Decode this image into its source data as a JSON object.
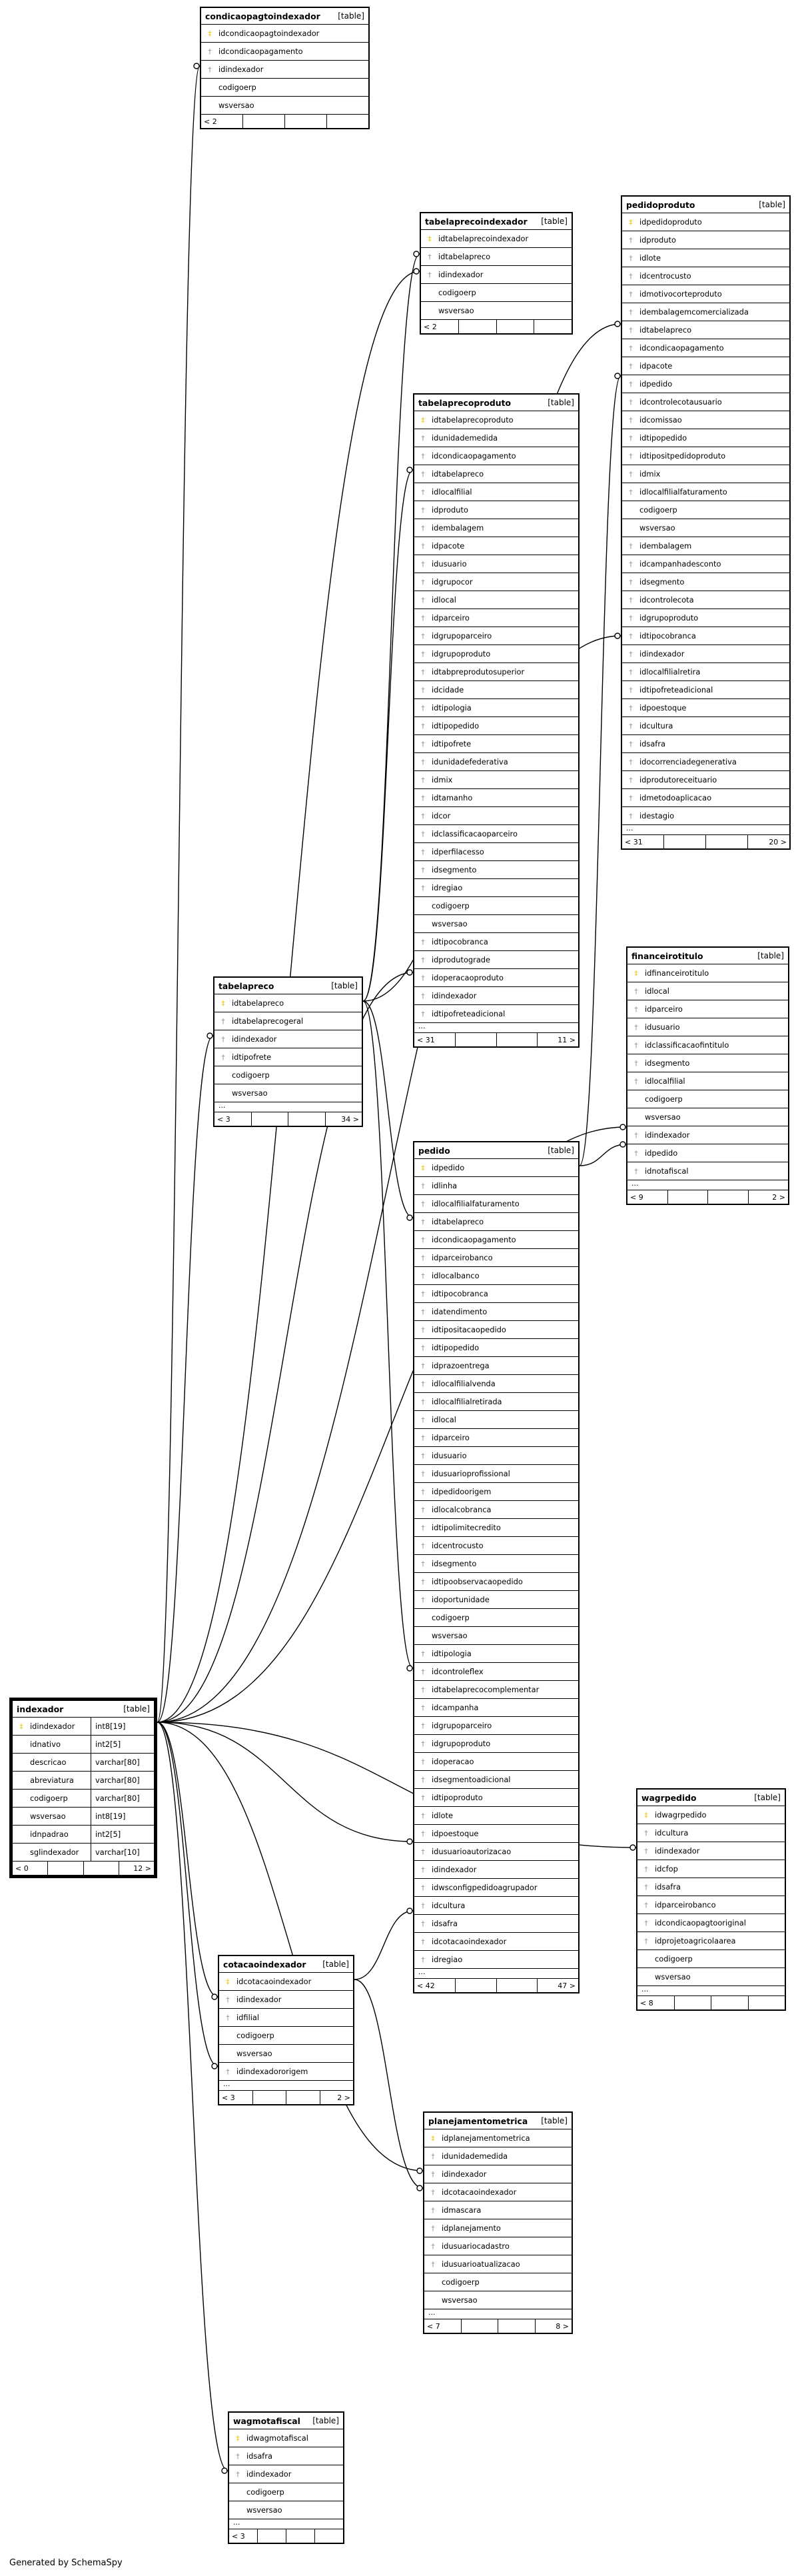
{
  "credit": "Generated by SchemaSpy",
  "colors": {
    "pk_key": "#e8c200",
    "fk_key": "#909090",
    "line": "#000000"
  },
  "tables": {
    "condicaopagtoindexador": {
      "name": "condicaopagtoindexador",
      "tag": "[table]",
      "cols": [
        "idcondicaopagtoindexador",
        "idcondicaopagamento",
        "idindexador",
        "codigoerp",
        "wsversao"
      ],
      "keys": [
        "pk",
        "fk",
        "fk",
        "",
        ""
      ],
      "foot": [
        "< 2",
        "",
        "",
        ""
      ]
    },
    "tabelaprecoindexador": {
      "name": "tabelaprecoindexador",
      "tag": "[table]",
      "cols": [
        "idtabelaprecoindexador",
        "idtabelapreco",
        "idindexador",
        "codigoerp",
        "wsversao"
      ],
      "keys": [
        "pk",
        "fk",
        "fk",
        "",
        ""
      ],
      "foot": [
        "< 2",
        "",
        "",
        ""
      ]
    },
    "pedidoproduto": {
      "name": "pedidoproduto",
      "tag": "[table]",
      "cols": [
        "idpedidoproduto",
        "idproduto",
        "idlote",
        "idcentrocusto",
        "idmotivocorteproduto",
        "idembalagemcomercializada",
        "idtabelapreco",
        "idcondicaopagamento",
        "idpacote",
        "idpedido",
        "idcontrolecotausuario",
        "idcomissao",
        "idtipopedido",
        "idtipositpedidoproduto",
        "idmix",
        "idlocalfilialfaturamento",
        "codigoerp",
        "wsversao",
        "idembalagem",
        "idcampanhadesconto",
        "idsegmento",
        "idcontrolecota",
        "idgrupoproduto",
        "idtipocobranca",
        "idindexador",
        "idlocalfilialretira",
        "idtipofreteadicional",
        "idpoestoque",
        "idcultura",
        "idsafra",
        "idocorrenciadegenerativa",
        "idprodutoreceituario",
        "idmetodoaplicacao",
        "idestagio"
      ],
      "keys": [
        "pk",
        "fk",
        "fk",
        "fk",
        "fk",
        "fk",
        "fk",
        "fk",
        "fk",
        "fk",
        "fk",
        "fk",
        "fk",
        "fk",
        "fk",
        "fk",
        "",
        "",
        "fk",
        "fk",
        "fk",
        "fk",
        "fk",
        "fk",
        "fk",
        "fk",
        "fk",
        "fk",
        "fk",
        "fk",
        "fk",
        "fk",
        "fk",
        "fk"
      ],
      "more": "...",
      "foot": [
        "< 31",
        "",
        "",
        "20 >"
      ]
    },
    "tabelaprecoproduto": {
      "name": "tabelaprecoproduto",
      "tag": "[table]",
      "cols": [
        "idtabelaprecoproduto",
        "idunidademedida",
        "idcondicaopagamento",
        "idtabelapreco",
        "idlocalfilial",
        "idproduto",
        "idembalagem",
        "idpacote",
        "idusuario",
        "idgrupocor",
        "idlocal",
        "idparceiro",
        "idgrupoparceiro",
        "idgrupoproduto",
        "idtabpreprodutosuperior",
        "idcidade",
        "idtipologia",
        "idtipopedido",
        "idtipofrete",
        "idunidadefederativa",
        "idmix",
        "idtamanho",
        "idcor",
        "idclassificacaoparceiro",
        "idperfilacesso",
        "idsegmento",
        "idregiao",
        "codigoerp",
        "wsversao",
        "idtipocobranca",
        "idprodutograde",
        "idoperacaoproduto",
        "idindexador",
        "idtipofreteadicional"
      ],
      "keys": [
        "pk",
        "fk",
        "fk",
        "fk",
        "fk",
        "fk",
        "fk",
        "fk",
        "fk",
        "fk",
        "fk",
        "fk",
        "fk",
        "fk",
        "fk",
        "fk",
        "fk",
        "fk",
        "fk",
        "fk",
        "fk",
        "fk",
        "fk",
        "fk",
        "fk",
        "fk",
        "fk",
        "",
        "",
        "fk",
        "fk",
        "fk",
        "fk",
        "fk"
      ],
      "more": "...",
      "foot": [
        "< 31",
        "",
        "",
        "11 >"
      ]
    },
    "financeirotitulo": {
      "name": "financeirotitulo",
      "tag": "[table]",
      "cols": [
        "idfinanceirotitulo",
        "idlocal",
        "idparceiro",
        "idusuario",
        "idclassificacaofintitulo",
        "idsegmento",
        "idlocalfilial",
        "codigoerp",
        "wsversao",
        "idindexador",
        "idpedido",
        "idnotafiscal"
      ],
      "keys": [
        "pk",
        "fk",
        "fk",
        "fk",
        "fk",
        "fk",
        "fk",
        "",
        "",
        "fk",
        "fk",
        "fk"
      ],
      "more": "...",
      "foot": [
        "< 9",
        "",
        "",
        "2 >"
      ]
    },
    "tabelapreco": {
      "name": "tabelapreco",
      "tag": "[table]",
      "cols": [
        "idtabelapreco",
        "idtabelaprecogeral",
        "idindexador",
        "idtipofrete",
        "codigoerp",
        "wsversao"
      ],
      "keys": [
        "pk",
        "fk",
        "fk",
        "fk",
        "",
        ""
      ],
      "more": "...",
      "foot": [
        "< 3",
        "",
        "",
        "34 >"
      ]
    },
    "pedido": {
      "name": "pedido",
      "tag": "[table]",
      "cols": [
        "idpedido",
        "idlinha",
        "idlocalfilialfaturamento",
        "idtabelapreco",
        "idcondicaopagamento",
        "idparceirobanco",
        "idlocalbanco",
        "idtipocobranca",
        "idatendimento",
        "idtipositacaopedido",
        "idtipopedido",
        "idprazoentrega",
        "idlocalfilialvenda",
        "idlocalfilialretirada",
        "idlocal",
        "idparceiro",
        "idusuario",
        "idusuarioprofissional",
        "idpedidoorigem",
        "idlocalcobranca",
        "idtipolimitecredito",
        "idcentrocusto",
        "idsegmento",
        "idtipoobservacaopedido",
        "idoportunidade",
        "codigoerp",
        "wsversao",
        "idtipologia",
        "idcontroleflex",
        "idtabelaprecocomplementar",
        "idcampanha",
        "idgrupoparceiro",
        "idgrupoproduto",
        "idoperacao",
        "idsegmentoadicional",
        "idtipoproduto",
        "idlote",
        "idpoestoque",
        "idusuarioautorizacao",
        "idindexador",
        "idwsconfigpedidoagrupador",
        "idcultura",
        "idsafra",
        "idcotacaoindexador",
        "idregiao"
      ],
      "keys": [
        "pk",
        "fk",
        "fk",
        "fk",
        "fk",
        "fk",
        "fk",
        "fk",
        "fk",
        "fk",
        "fk",
        "fk",
        "fk",
        "fk",
        "fk",
        "fk",
        "fk",
        "fk",
        "fk",
        "fk",
        "fk",
        "fk",
        "fk",
        "fk",
        "fk",
        "",
        "",
        "fk",
        "fk",
        "fk",
        "fk",
        "fk",
        "fk",
        "fk",
        "fk",
        "fk",
        "fk",
        "fk",
        "fk",
        "fk",
        "fk",
        "fk",
        "fk",
        "fk",
        "fk"
      ],
      "more": "...",
      "foot": [
        "< 42",
        "",
        "",
        "47 >"
      ]
    },
    "indexador": {
      "name": "indexador",
      "tag": "[table]",
      "cols": [
        "idindexador",
        "idnativo",
        "descricao",
        "abreviatura",
        "codigoerp",
        "wsversao",
        "idnpadrao",
        "sglindexador"
      ],
      "types": [
        "int8[19]",
        "int2[5]",
        "varchar[80]",
        "varchar[80]",
        "varchar[80]",
        "int8[19]",
        "int2[5]",
        "varchar[10]"
      ],
      "keys": [
        "pk",
        "",
        "",
        "",
        "",
        "",
        "",
        ""
      ],
      "foot": [
        "< 0",
        "",
        "",
        "12 >"
      ]
    },
    "wagrpedido": {
      "name": "wagrpedido",
      "tag": "[table]",
      "cols": [
        "idwagrpedido",
        "idcultura",
        "idindexador",
        "idcfop",
        "idsafra",
        "idparceirobanco",
        "idcondicaopagtooriginal",
        "idprojetoagricolaarea",
        "codigoerp",
        "wsversao"
      ],
      "keys": [
        "pk",
        "fk",
        "fk",
        "fk",
        "fk",
        "fk",
        "fk",
        "fk",
        "",
        ""
      ],
      "more": "...",
      "foot": [
        "< 8",
        "",
        "",
        ""
      ]
    },
    "cotacaoindexador": {
      "name": "cotacaoindexador",
      "tag": "[table]",
      "cols": [
        "idcotacaoindexador",
        "idindexador",
        "idfilial",
        "codigoerp",
        "wsversao",
        "idindexadororigem"
      ],
      "keys": [
        "pk",
        "fk",
        "fk",
        "",
        "",
        "fk"
      ],
      "more": "...",
      "foot": [
        "< 3",
        "",
        "",
        "2 >"
      ]
    },
    "planejamentometrica": {
      "name": "planejamentometrica",
      "tag": "[table]",
      "cols": [
        "idplanejamentometrica",
        "idunidademedida",
        "idindexador",
        "idcotacaoindexador",
        "idmascara",
        "idplanejamento",
        "idusuariocadastro",
        "idusuarioatualizacao",
        "codigoerp",
        "wsversao"
      ],
      "keys": [
        "pk",
        "fk",
        "fk",
        "fk",
        "fk",
        "fk",
        "fk",
        "fk",
        "",
        ""
      ],
      "more": "...",
      "foot": [
        "< 7",
        "",
        "",
        "8 >"
      ]
    },
    "wagmotafiscal": {
      "name": "wagmotafiscal",
      "tag": "[table]",
      "cols": [
        "idwagmotafiscal",
        "idsafra",
        "idindexador",
        "codigoerp",
        "wsversao"
      ],
      "keys": [
        "pk",
        "fk",
        "fk",
        "",
        ""
      ],
      "more": "...",
      "foot": [
        "< 3",
        "",
        "",
        ""
      ]
    }
  }
}
